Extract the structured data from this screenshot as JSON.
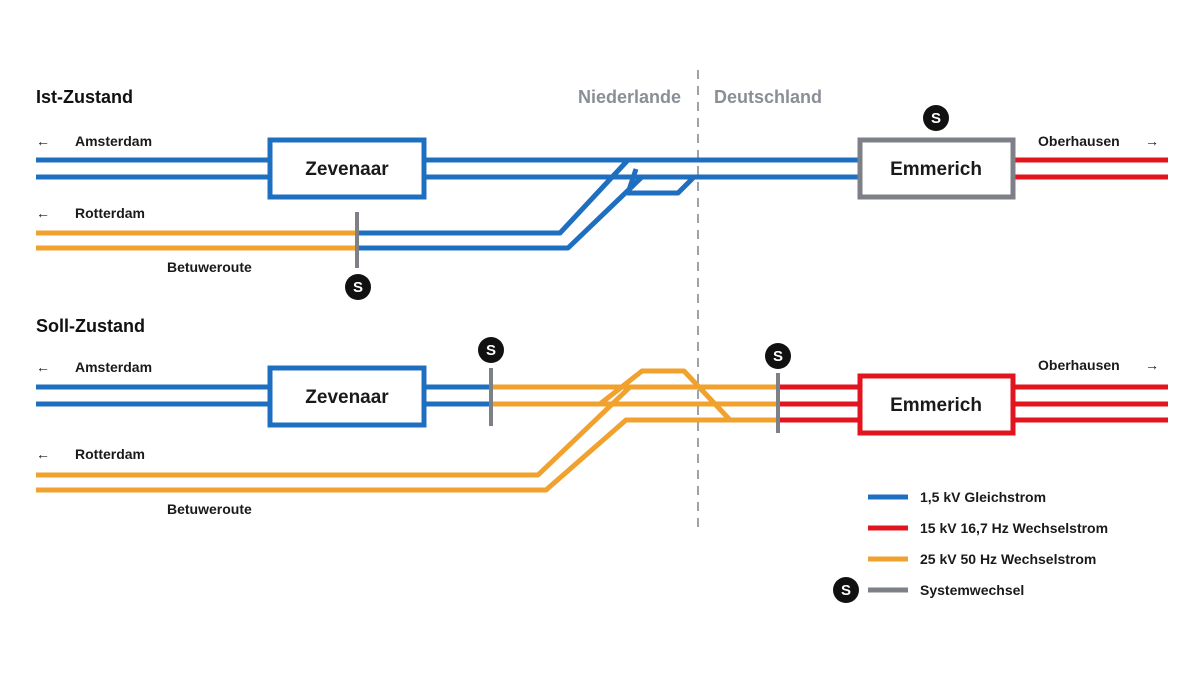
{
  "colors": {
    "dc": "#1f6fc0",
    "ac15": "#e2141d",
    "ac25": "#f0a12e",
    "change": "#7d8187",
    "border": "#9ea3a8",
    "text": "#1a1a1a",
    "s_marker": "#111111"
  },
  "countries": {
    "left": "Niederlande",
    "right": "Deutschland"
  },
  "ist": {
    "heading": "Ist-Zustand",
    "amsterdam": "Amsterdam",
    "rotterdam": "Rotterdam",
    "betuweroute": "Betuweroute",
    "oberhausen": "Oberhausen",
    "zevenaar": "Zevenaar",
    "emmerich": "Emmerich",
    "s_label": "S"
  },
  "soll": {
    "heading": "Soll-Zustand",
    "amsterdam": "Amsterdam",
    "rotterdam": "Rotterdam",
    "betuweroute": "Betuweroute",
    "oberhausen": "Oberhausen",
    "zevenaar": "Zevenaar",
    "emmerich": "Emmerich",
    "s_label": "S"
  },
  "legend": [
    {
      "label": "1,5 kV Gleichstrom",
      "color_key": "dc"
    },
    {
      "label": "15 kV 16,7 Hz Wechselstrom",
      "color_key": "ac15"
    },
    {
      "label": "25 kV 50 Hz Wechselstrom",
      "color_key": "ac25"
    },
    {
      "label": "Systemwechsel",
      "color_key": "change",
      "s_label": "S"
    }
  ],
  "arrows": {
    "left": "←",
    "right": "→"
  }
}
